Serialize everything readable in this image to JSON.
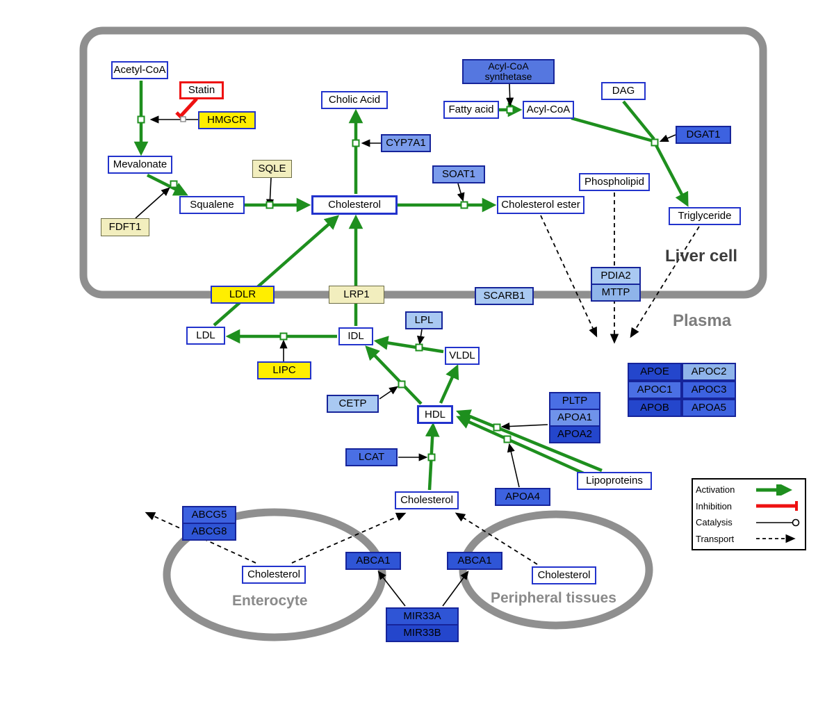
{
  "compartments": {
    "liver": "Liver cell",
    "plasma": "Plasma",
    "enterocyte": "Enterocyte",
    "peripheral": "Peripheral tissues"
  },
  "nodes": {
    "acetyl_coa": "Acetyl-CoA",
    "statin": "Statin",
    "hmgcr": "HMGCR",
    "mevalonate": "Mevalonate",
    "sqle": "SQLE",
    "fdft1": "FDFT1",
    "squalene": "Squalene",
    "cholesterol_liver": "Cholesterol",
    "cholic_acid": "Cholic Acid",
    "cyp7a1": "CYP7A1",
    "acyl_coa_synthetase": "Acyl-CoA synthetase",
    "fatty_acid": "Fatty acid",
    "acyl_coa": "Acyl-CoA",
    "dag": "DAG",
    "dgat1": "DGAT1",
    "soat1": "SOAT1",
    "cholesterol_ester": "Cholesterol ester",
    "phospholipid": "Phospholipid",
    "triglyceride": "Triglyceride",
    "pdia2": "PDIA2",
    "mttp": "MTTP",
    "ldlr": "LDLR",
    "lrp1": "LRP1",
    "scarb1": "SCARB1",
    "ldl": "LDL",
    "idl": "IDL",
    "lpl": "LPL",
    "vldl": "VLDL",
    "lipc": "LIPC",
    "cetp": "CETP",
    "hdl": "HDL",
    "pltp": "PLTP",
    "apoa1": "APOA1",
    "apoa2": "APOA2",
    "apoe": "APOE",
    "apoc2": "APOC2",
    "apoc1": "APOC1",
    "apoc3": "APOC3",
    "apob": "APOB",
    "apoa5": "APOA5",
    "lcat": "LCAT",
    "apoa4": "APOA4",
    "lipoproteins": "Lipoproteins",
    "cholesterol_plasma": "Cholesterol",
    "abcg5": "ABCG5",
    "abcg8": "ABCG8",
    "cholesterol_enterocyte": "Cholesterol",
    "abca1_left": "ABCA1",
    "abca1_right": "ABCA1",
    "cholesterol_peripheral": "Cholesterol",
    "mir33a": "MIR33A",
    "mir33b": "MIR33B"
  },
  "legend": {
    "activation": "Activation",
    "inhibition": "Inhibition",
    "catalysis": "Catalysis",
    "transport": "Transport"
  },
  "colors": {
    "activation_green": "#1e8f1e",
    "inhibition_red": "#ee1111",
    "membrane_gray": "#8f8f8f",
    "node_border_blue": "#2233cc",
    "highlight_yellow": "#ffee00"
  }
}
